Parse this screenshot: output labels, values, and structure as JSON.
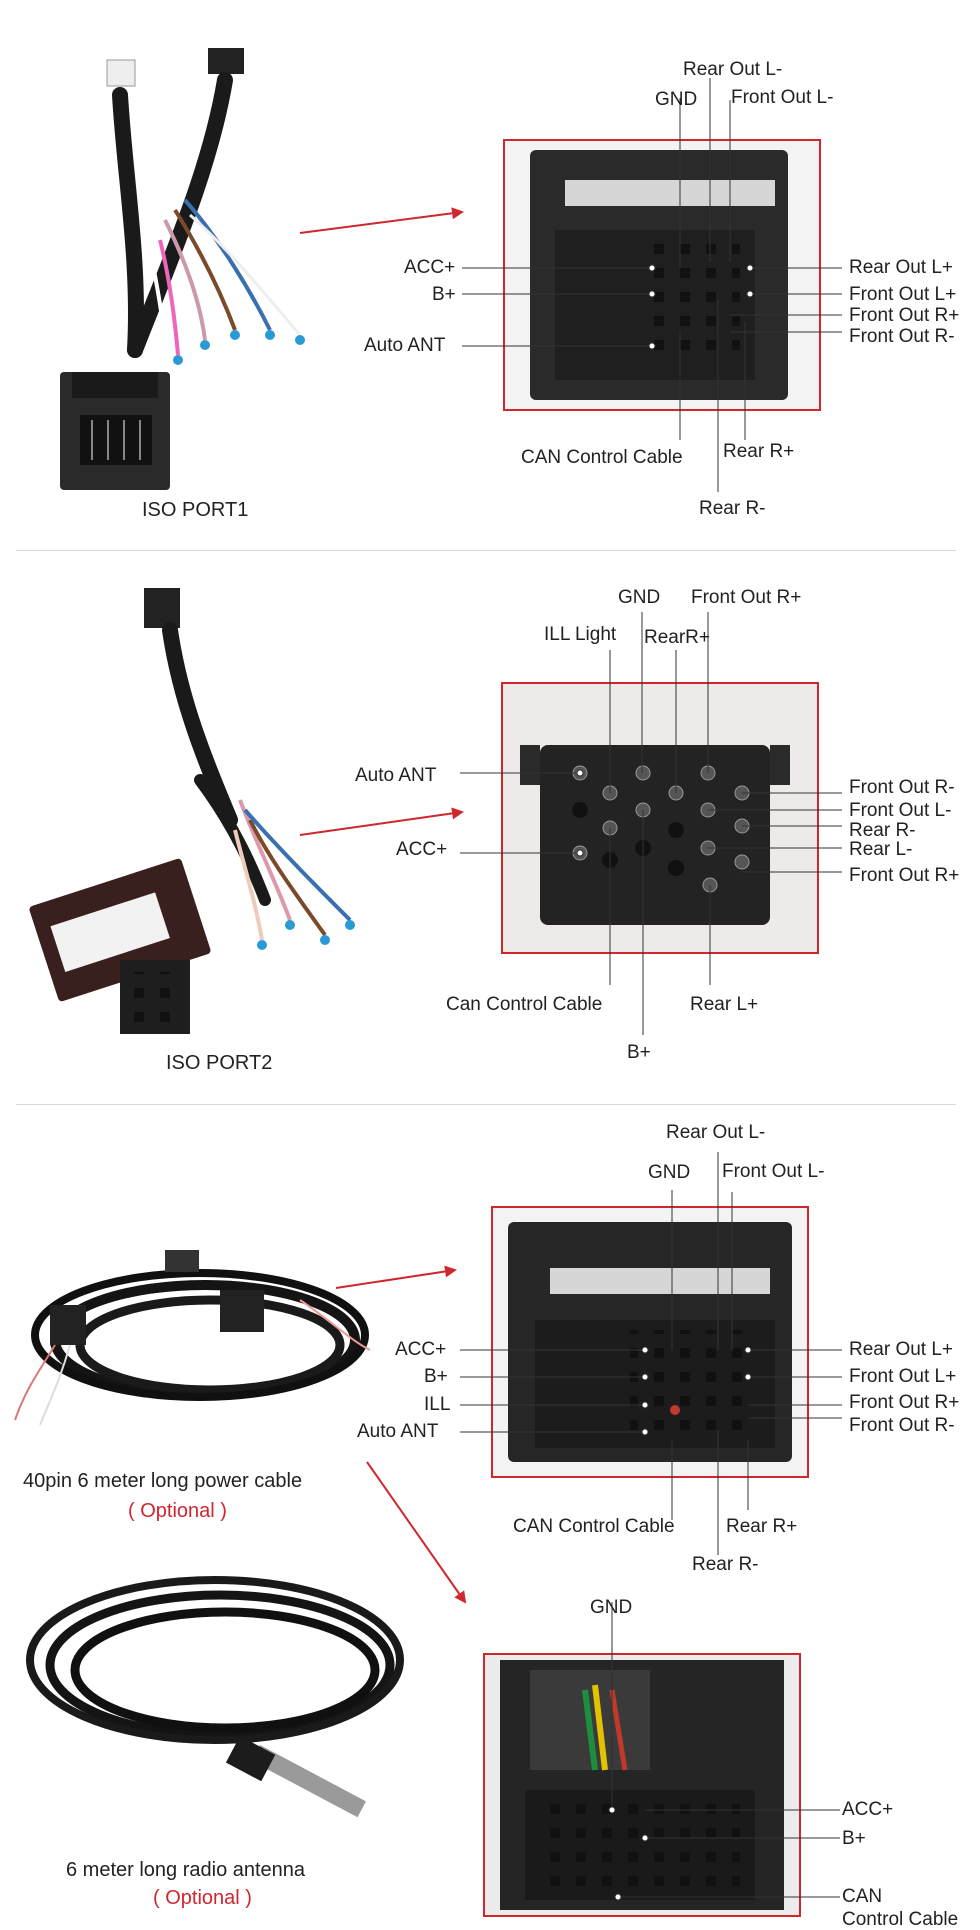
{
  "colors": {
    "accent_red": "#d0262d",
    "connector": "#2a2a2a",
    "wire_black": "#1a1a1a"
  },
  "panel1": {
    "caption": "ISO PORT1",
    "labels": {
      "rear_out_l_minus": "Rear Out L-",
      "gnd": "GND",
      "front_out_l_minus": "Front Out L-",
      "acc_plus": "ACC+",
      "b_plus": "B+",
      "auto_ant": "Auto ANT",
      "rear_out_l_plus": "Rear Out L+",
      "front_out_l_plus": "Front Out L+",
      "front_out_r_plus": "Front Out R+",
      "front_out_r_minus": "Front Out R-",
      "can_control_cable": "CAN Control Cable",
      "rear_r_plus": "Rear R+",
      "rear_r_minus": "Rear R-"
    }
  },
  "panel2": {
    "caption": "ISO PORT2",
    "labels": {
      "gnd": "GND",
      "front_out_r_plus_top": "Front Out R+",
      "ill_light": "ILL Light",
      "rear_r_plus": "RearR+",
      "auto_ant": "Auto ANT",
      "acc_plus": "ACC+",
      "front_out_r_minus": "Front Out R-",
      "front_out_l_minus": "Front Out L-",
      "rear_r_minus": "Rear R-",
      "rear_l_minus": "Rear L-",
      "front_out_r_plus_right": "Front Out R+",
      "can_control_cable": "Can Control Cable",
      "rear_l_plus": "Rear L+",
      "b_plus": "B+"
    }
  },
  "panel3": {
    "caption": "40pin 6 meter long power cable",
    "optional": "( Optional )",
    "labels": {
      "rear_out_l_minus": "Rear Out L-",
      "gnd": "GND",
      "front_out_l_minus": "Front Out L-",
      "acc_plus": "ACC+",
      "b_plus": "B+",
      "ill": "ILL",
      "auto_ant": "Auto ANT",
      "rear_out_l_plus": "Rear Out L+",
      "front_out_l_plus": "Front Out L+",
      "front_out_r_plus": "Front Out R+",
      "front_out_r_minus": "Front Out R-",
      "can_control_cable": "CAN Control Cable",
      "rear_r_plus": "Rear R+",
      "rear_r_minus": "Rear R-"
    }
  },
  "panel4": {
    "caption": "6 meter long radio antenna",
    "optional": "( Optional )",
    "labels": {
      "gnd": "GND",
      "acc_plus": "ACC+",
      "b_plus": "B+",
      "can": "CAN",
      "control_cable": "Control Cable"
    }
  }
}
